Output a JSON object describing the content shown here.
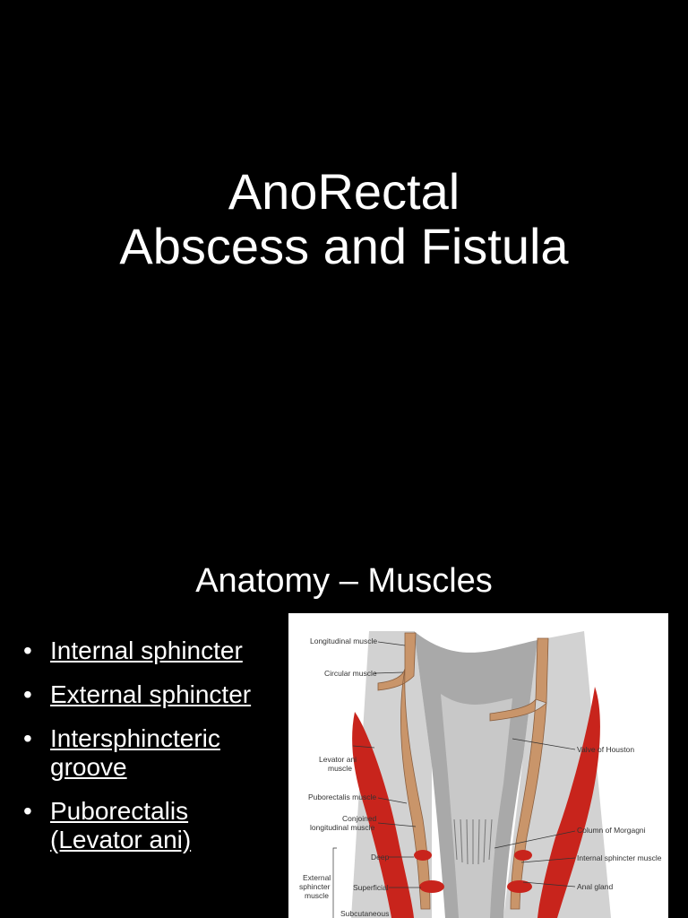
{
  "slide1": {
    "title_line1": "AnoRectal",
    "title_line2": "Abscess and Fistula"
  },
  "slide2": {
    "title": "Anatomy – Muscles",
    "bullets": [
      {
        "line1": "Internal sphincter",
        "line2": ""
      },
      {
        "line1": "External sphincter",
        "line2": ""
      },
      {
        "line1": "Intersphincteric",
        "line2": "groove"
      },
      {
        "line1": "Puborectalis",
        "line2": "(Levator ani)"
      }
    ],
    "bullet_char": "•",
    "figure_labels": {
      "longitudinal": "Longitudinal muscle",
      "circular": "Circular muscle",
      "levator_1": "Levator ani",
      "levator_2": "muscle",
      "puborectalis": "Puborectalis muscle",
      "conjoined_1": "Conjoined",
      "conjoined_2": "longitudinal muscle",
      "ext_1": "External",
      "ext_2": "sphincter",
      "ext_3": "muscle",
      "deep": "Deep",
      "superficial": "Superficial",
      "subcutaneous": "Subcutaneous",
      "houston": "Valve of Houston",
      "morgagni": "Column of Morgagni",
      "internal_sphincter": "Internal sphincter muscle",
      "anal_gland": "Anal gland"
    }
  },
  "colors": {
    "background": "#000000",
    "text": "#ffffff",
    "muscle_red": "#c8241c",
    "muscle_tan": "#c9956a",
    "mucosa_gray": "#9a9a9a"
  }
}
